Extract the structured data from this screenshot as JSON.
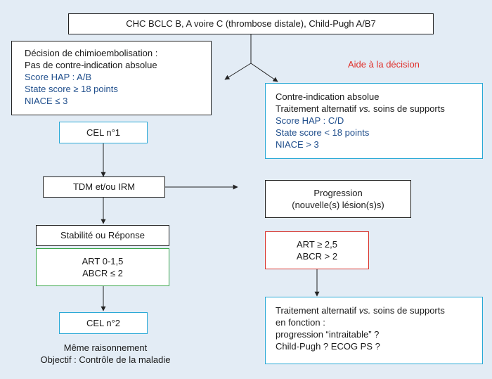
{
  "top_box": "CHC BCLC B, A voire C (thrombose distale), Child-Pugh A/B7",
  "decision_box": {
    "line1": "Décision de chimioembolisation :",
    "line2": "Pas de contre-indication absolue",
    "line3": "Score HAP : A/B",
    "line4": "State score ≥ 18 points",
    "line5": "NIACE ≤ 3"
  },
  "aide": "Aide à la décision",
  "contra_box": {
    "line1": "Contre-indication absolue",
    "line2_a": "Traitement alternatif ",
    "line2_b": "vs.",
    "line2_c": " soins de supports",
    "line3": "Score HAP : C/D",
    "line4": "State score < 18 points",
    "line5": "NIACE > 3"
  },
  "cel1": "CEL n°1",
  "tdm": "TDM et/ou IRM",
  "progression": {
    "line1": "Progression",
    "line2": "(nouvelle(s) lésion(s)s)"
  },
  "stabilite": "Stabilité ou Réponse",
  "art_left": {
    "line1": "ART 0-1,5",
    "line2": "ABCR ≤ 2"
  },
  "art_right": {
    "line1": "ART ≥ 2,5",
    "line2": "ABCR > 2"
  },
  "cel2": "CEL n°2",
  "caption": {
    "line1": "Même raisonnement",
    "line2": "Objectif : Contrôle de la maladie"
  },
  "alt_box": {
    "line1_a": "Traitement alternatif ",
    "line1_b": "vs.",
    "line1_c": " soins de supports",
    "line2": "en fonction :",
    "line3": "progression “intraitable” ?",
    "line4": "Child-Pugh ? ECOG PS ?"
  }
}
